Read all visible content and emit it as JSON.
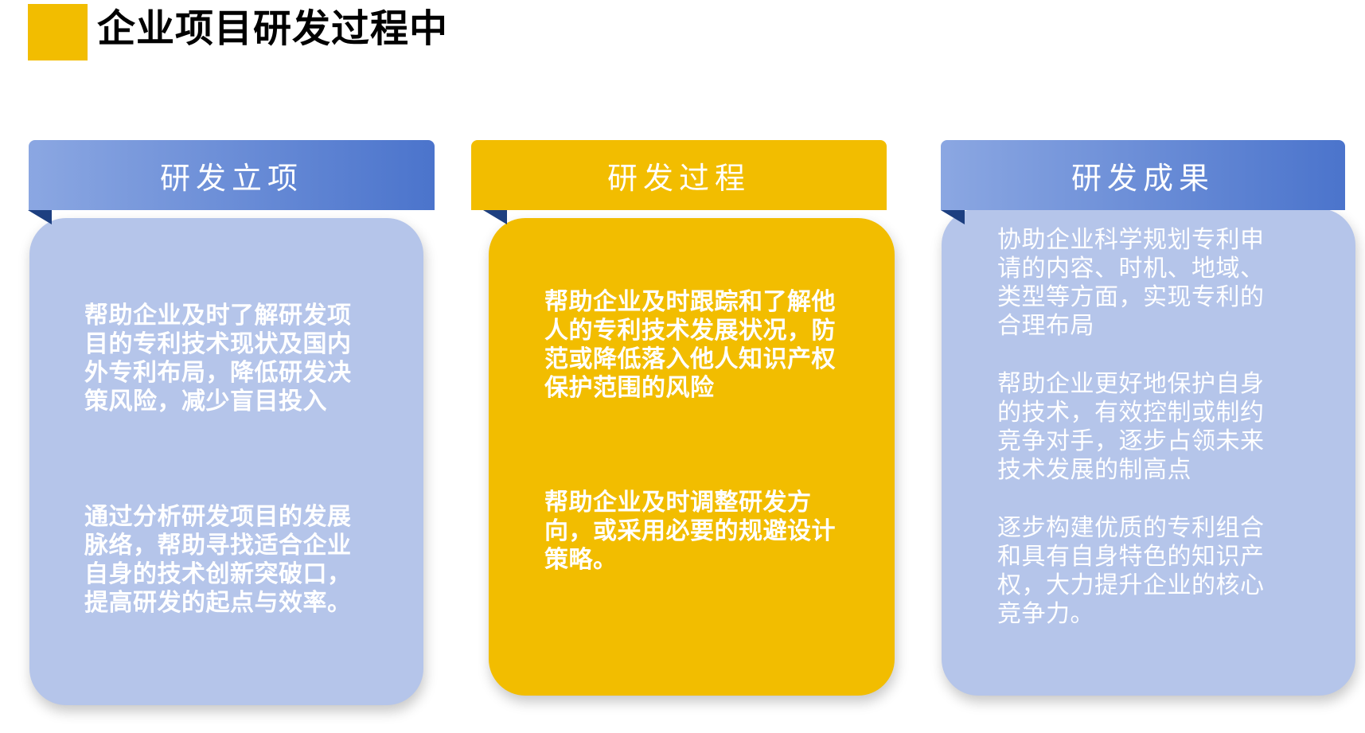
{
  "slide": {
    "title": "企业项目研发过程中"
  },
  "columns": [
    {
      "header": "研发立项",
      "paragraphs": [
        "帮助企业及时了解研发项目的专利技术现状及国内外专利布局，降低研发决策风险，减少盲目投入",
        "通过分析研发项目的发展脉络，帮助寻找适合企业自身的技术创新突破口，提高研发的起点与效率。"
      ]
    },
    {
      "header": "研发过程",
      "paragraphs": [
        "帮助企业及时跟踪和了解他人的专利技术发展状况，防范或降低落入他人知识产权保护范围的风险",
        "帮助企业及时调整研发方向，或采用必要的规避设计策略。"
      ]
    },
    {
      "header": "研发成果",
      "paragraphs": [
        "协助企业科学规划专利申请的内容、时机、地域、类型等方面，实现专利的合理布局",
        "帮助企业更好地保护自身的技术，有效控制或制约竞争对手，逐步占领未来技术发展的制高点",
        "逐步构建优质的专利组合和具有自身特色的知识产权，大力提升企业的核心竞争力。"
      ]
    }
  ],
  "colors": {
    "accent_gold": "#f2bd00",
    "header_blue_start": "#8ba7e2",
    "header_blue_end": "#4b74cc",
    "card_blue": "#b5c5ea",
    "fold_navy": "#1d3f80",
    "text_white": "#ffffff"
  }
}
